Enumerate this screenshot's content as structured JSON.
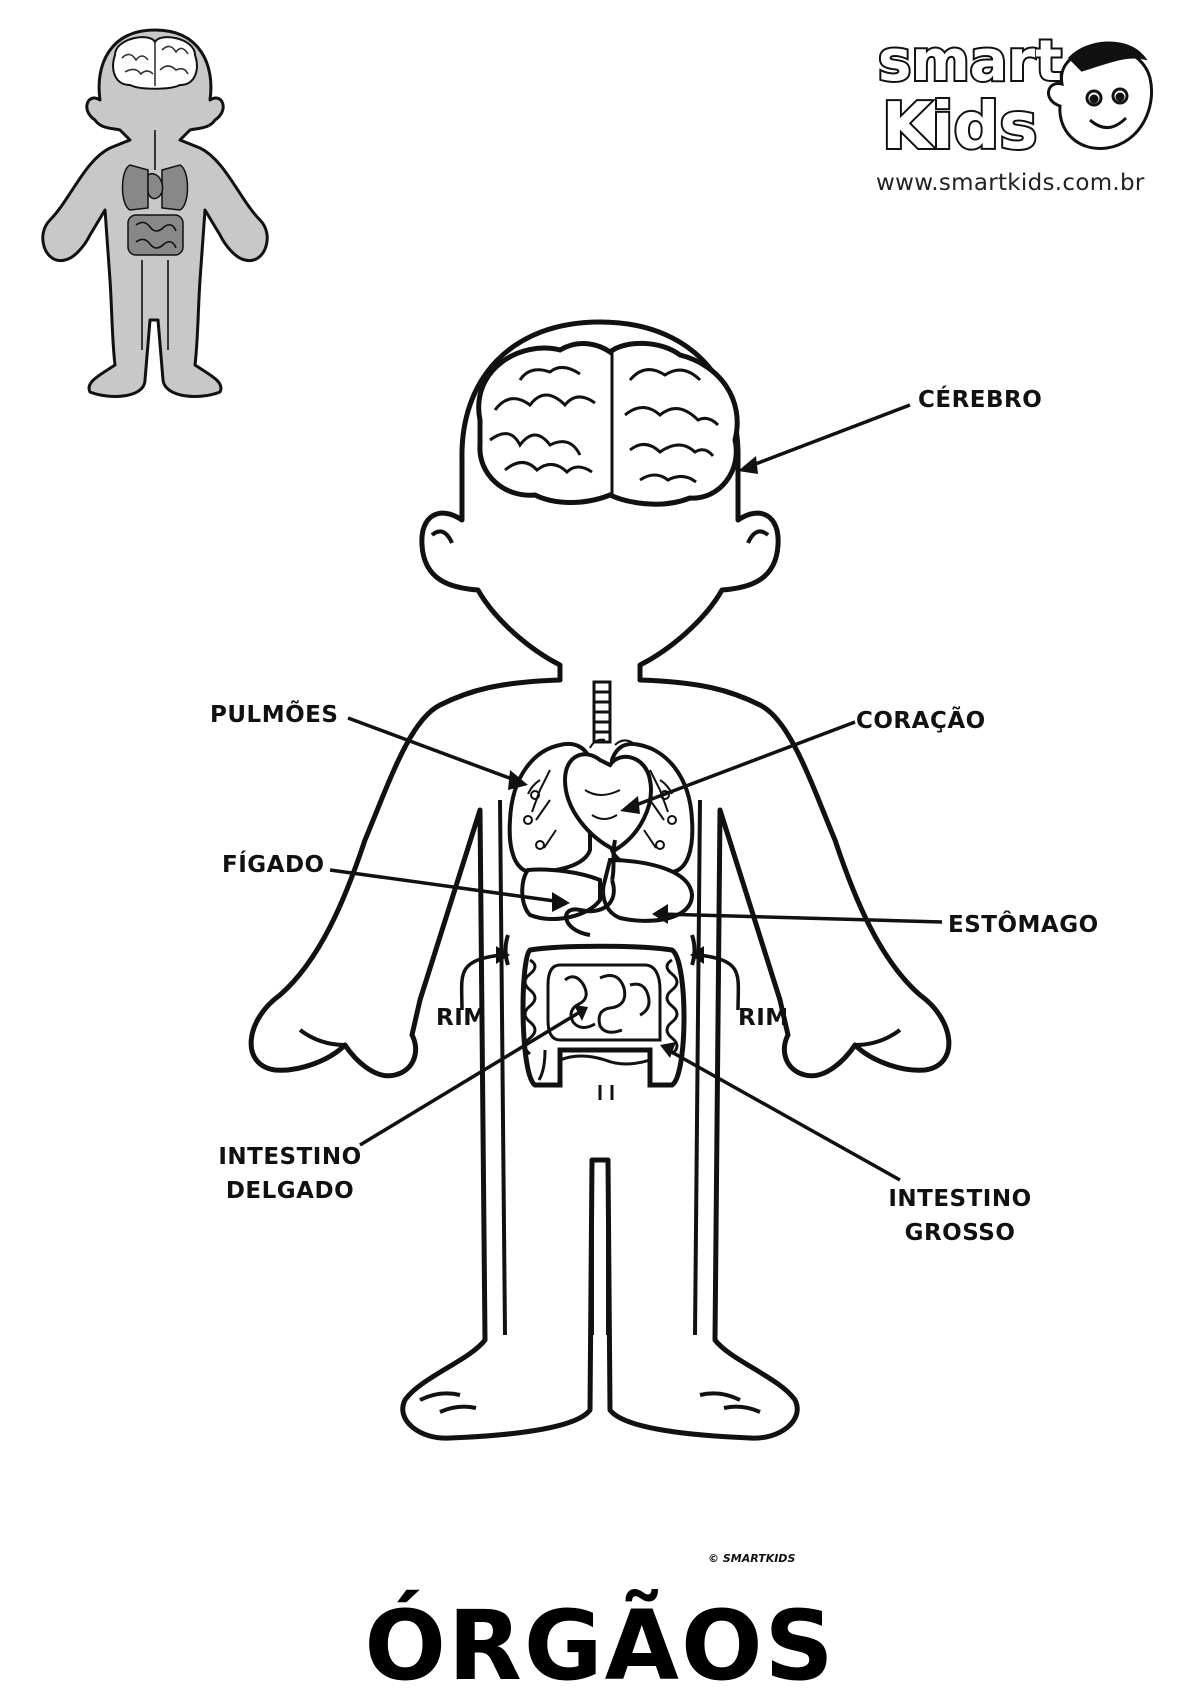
{
  "brand": {
    "logo_word_1": "smart",
    "logo_word_2": "Kids",
    "website": "www.smartkids.com.br",
    "copyright": "© SMARTKIDS"
  },
  "title": "ÓRGÃOS",
  "labels": {
    "cerebro": "CÉREBRO",
    "pulmoes": "PULMÕES",
    "coracao": "CORAÇÃO",
    "figado": "FÍGADO",
    "estomago": "ESTÔMAGO",
    "rim_left": "RIM",
    "rim_right": "RIM",
    "intestino_delgado_1": "INTESTINO",
    "intestino_delgado_2": "DELGADO",
    "intestino_grosso_1": "INTESTINO",
    "intestino_grosso_2": "GROSSO"
  },
  "colors": {
    "line": "#111111",
    "thumbnail_fill": "#c8c8c8",
    "paper": "#ffffff"
  },
  "icons": [
    "brain-icon",
    "heart-icon",
    "lungs-icon",
    "stomach-icon",
    "intestine-icon",
    "kid-face-icon"
  ]
}
